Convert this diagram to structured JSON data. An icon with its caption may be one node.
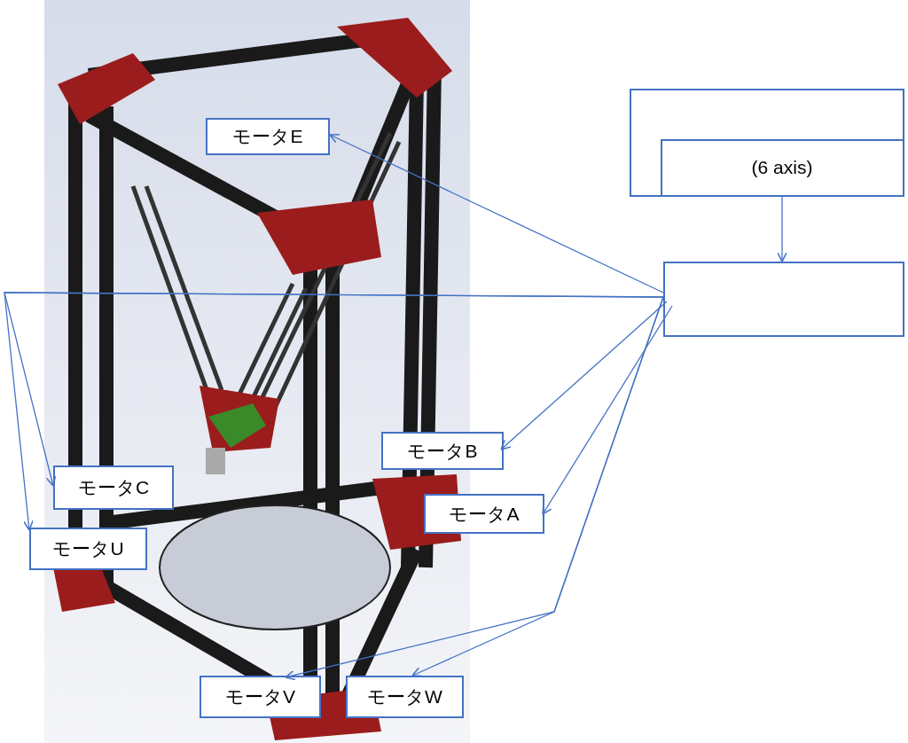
{
  "diagram": {
    "nodes": [
      {
        "text": [],
        "shape": "box"
      },
      {
        "text": [
          "(6 axis)"
        ],
        "in": 0
      },
      {
        "text": [],
        "shape": "box"
      },
      {
        "text": [
          "モータE"
        ]
      },
      {
        "text": [
          "モータB"
        ]
      },
      {
        "text": [
          "モータA"
        ]
      },
      {
        "text": [
          "モータC"
        ]
      },
      {
        "text": [
          "モータU"
        ]
      },
      {
        "text": [
          "モータV"
        ]
      },
      {
        "text": [
          "モータW"
        ]
      }
    ],
    "edges": [
      {
        "from": 1,
        "to": 2,
        "arrow": "to"
      },
      {
        "from": 2,
        "to": 3,
        "arrow": "to"
      },
      {
        "from": 2,
        "to": 4,
        "arrow": "to"
      },
      {
        "from": 2,
        "to": 5,
        "arrow": "to"
      },
      {
        "from": 2,
        "to": 6,
        "arrow": "to"
      },
      {
        "from": 2,
        "to": 7,
        "arrow": "to"
      },
      {
        "from": 2,
        "to": 8,
        "arrow": "to"
      },
      {
        "from": 2,
        "to": 9,
        "arrow": "to"
      }
    ]
  }
}
